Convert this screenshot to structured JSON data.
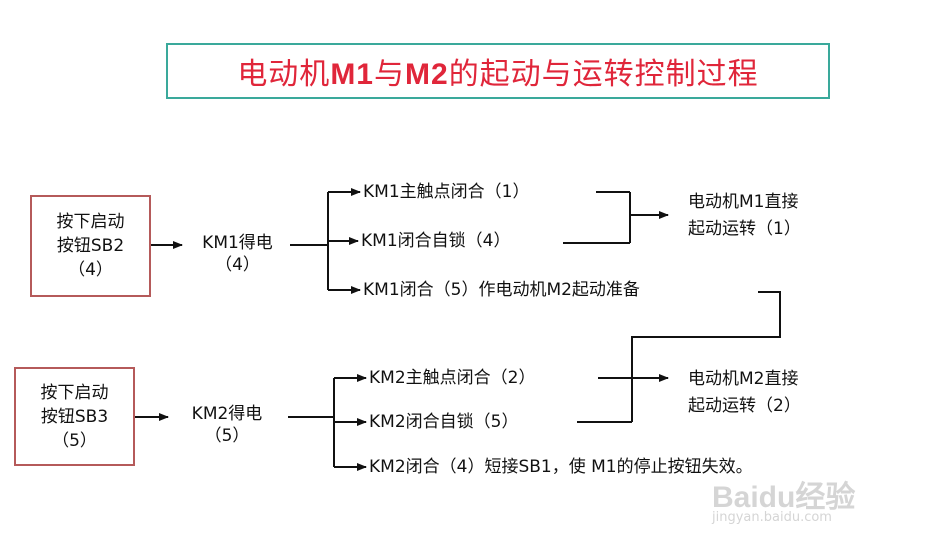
{
  "title": {
    "pre": "电动机",
    "m1": "M1",
    "mid": "与",
    "m2": "M2",
    "post": "的起动与运转控制过程"
  },
  "top": {
    "start": [
      "按下启动",
      "按钮SB2",
      "（4）"
    ],
    "coil": "KM1得电",
    "coil_step": "（4）",
    "branches": [
      "KM1主触点闭合（1）",
      "KM1闭合自锁（4）",
      "KM1闭合（5）作电动机M2起动准备"
    ],
    "result": [
      "电动机M1直接",
      "起动运转（1）"
    ]
  },
  "bottom": {
    "start": [
      "按下启动",
      "按钮SB3",
      "（5）"
    ],
    "coil": "KM2得电",
    "coil_step": "（5）",
    "branches": [
      "KM2主触点闭合（2）",
      "KM2闭合自锁（5）",
      "KM2闭合（4）短接SB1，使 M1的停止按钮失效。"
    ],
    "result": [
      "电动机M2直接",
      "起动运转（2）"
    ]
  },
  "watermark": {
    "logo": "Baidu经验",
    "url": "jingyan.baidu.com"
  },
  "colors": {
    "title": "#e0263a",
    "title_border": "#3aa99b",
    "box_border": "#b55a5a",
    "line": "#111111"
  }
}
